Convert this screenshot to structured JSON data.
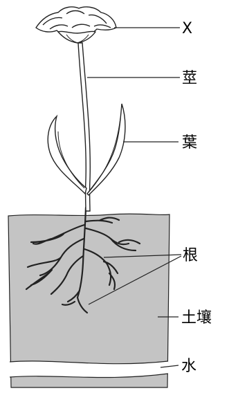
{
  "labels": {
    "flower": "X",
    "stem": "莖",
    "leaf": "葉",
    "root": "根",
    "soil": "土壤",
    "water": "水"
  },
  "colors": {
    "soil": "#c4c4c4",
    "outline": "#222222",
    "background": "#ffffff"
  }
}
